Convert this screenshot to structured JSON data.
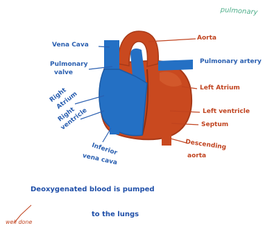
{
  "labels": {
    "title_partial": "pulmonary",
    "vena_cava": "Vena Cava",
    "pulmonary_valve_1": "Pulmonary",
    "pulmonary_valve_2": "valve",
    "right_atrium_1": "Right",
    "right_atrium_2": "Atrium",
    "right_ventricle_1": "Right",
    "right_ventricle_2": "ventricle",
    "inferior_1": "Inferior",
    "inferior_2": "vena cava",
    "aorta": "Aorta",
    "pulmonary_artery": "Pulmonary artery",
    "left_atrium": "Left Atrium",
    "left_ventricle": "Left ventricle",
    "septum": "Septum",
    "descending_1": "Descending",
    "descending_2": "aorta",
    "caption_1": "Deoxygenated blood is pumped",
    "caption_2": "to the lungs",
    "margin_note": "well done"
  },
  "colors": {
    "blood_red": "#c9491f",
    "blood_blue": "#2470c4",
    "ink_blue": "#2a5fb0",
    "ink_red": "#c0431f",
    "ink_green": "#4fae8a"
  }
}
